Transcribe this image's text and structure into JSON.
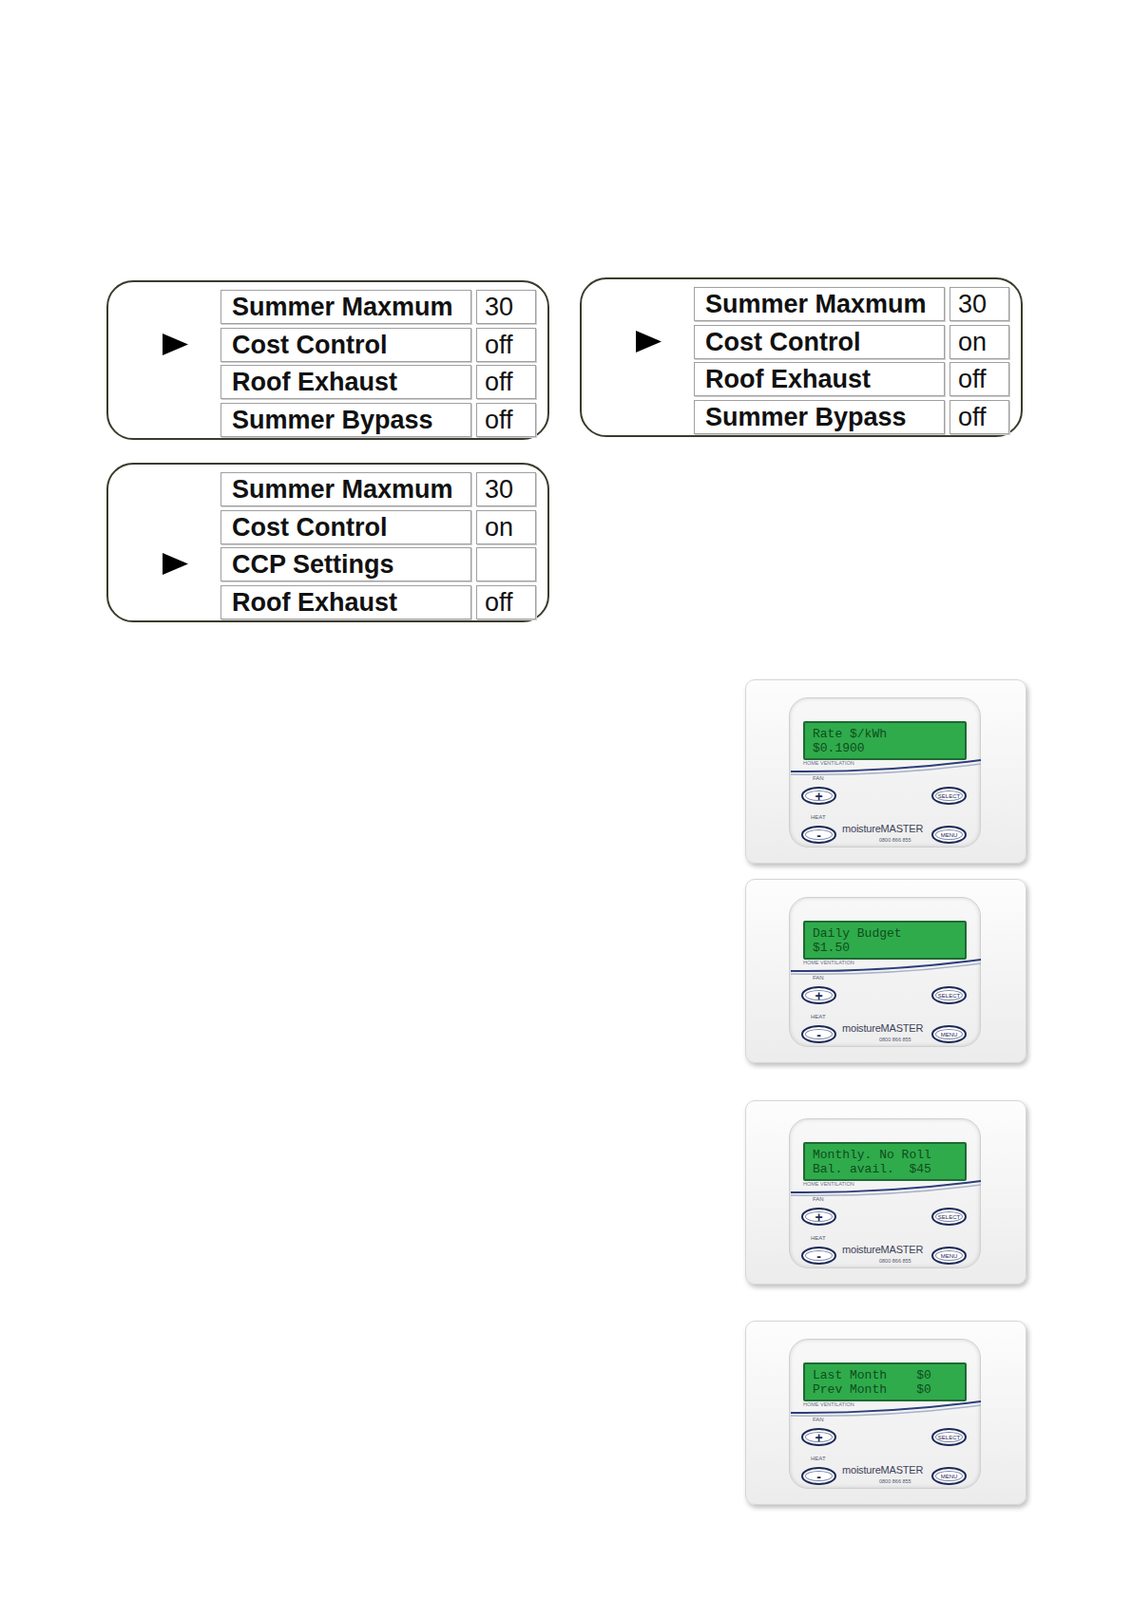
{
  "diagram": {
    "nodes": [
      {
        "text": []
      },
      {
        "text": [
          "Summer Maxmum"
        ],
        "in": 0
      },
      {
        "text": [
          "30"
        ],
        "in": 0
      },
      {
        "text": [
          "Cost Control"
        ],
        "in": 0
      },
      {
        "text": [
          "off"
        ],
        "in": 0
      },
      {
        "text": [
          "Roof Exhaust"
        ],
        "in": 0
      },
      {
        "text": [
          "off"
        ],
        "in": 0
      },
      {
        "text": [
          "Summer Bypass"
        ],
        "in": 0
      },
      {
        "text": [
          "off"
        ],
        "in": 0
      },
      {
        "text": []
      },
      {
        "text": [
          "Summer Maxmum"
        ],
        "in": 9
      },
      {
        "text": [
          "30"
        ],
        "in": 9
      },
      {
        "text": [
          "Cost Control"
        ],
        "in": 9
      },
      {
        "text": [
          "on"
        ],
        "in": 9
      },
      {
        "text": [
          "Roof Exhaust"
        ],
        "in": 9
      },
      {
        "text": [
          "off"
        ],
        "in": 9
      },
      {
        "text": [
          "Summer Bypass"
        ],
        "in": 9
      },
      {
        "text": [
          "off"
        ],
        "in": 9
      },
      {
        "text": []
      },
      {
        "text": [
          "Summer Maxmum"
        ],
        "in": 18
      },
      {
        "text": [
          "30"
        ],
        "in": 18
      },
      {
        "text": [
          "Cost Control"
        ],
        "in": 18
      },
      {
        "text": [
          "on"
        ],
        "in": 18
      },
      {
        "text": [
          "CCP Settings"
        ],
        "in": 18
      },
      {
        "text": [
          "Roof Exhaust"
        ],
        "in": 18
      },
      {
        "text": [
          "off"
        ],
        "in": 18
      },
      {
        "text": []
      },
      {
        "text": [
          "Rate $/kWh",
          "$0.1900"
        ],
        "in": 26
      },
      {
        "text": [
          "+"
        ],
        "in": 26
      },
      {
        "text": [
          "SELECT"
        ],
        "in": 26
      },
      {
        "text": [
          "-"
        ],
        "in": 26
      },
      {
        "text": [
          "MENU"
        ],
        "in": 26
      },
      {
        "text": []
      },
      {
        "text": [
          "Daily Budget",
          "$1.50"
        ],
        "in": 32
      },
      {
        "text": [
          "+"
        ],
        "in": 32
      },
      {
        "text": [
          "SELECT"
        ],
        "in": 32
      },
      {
        "text": [
          "-"
        ],
        "in": 32
      },
      {
        "text": [
          "MENU"
        ],
        "in": 32
      },
      {
        "text": []
      },
      {
        "text": [
          "Monthly. No Roll",
          "Bal. avail.  $45"
        ],
        "in": 38
      },
      {
        "text": [
          "+"
        ],
        "in": 38
      },
      {
        "text": [
          "SELECT"
        ],
        "in": 38
      },
      {
        "text": [
          "-"
        ],
        "in": 38
      },
      {
        "text": [
          "MENU"
        ],
        "in": 38
      },
      {
        "text": []
      },
      {
        "text": [
          "Last Month    $0",
          "Prev Month    $0"
        ],
        "in": 44
      },
      {
        "text": [
          "+"
        ],
        "in": 44
      },
      {
        "text": [
          "SELECT"
        ],
        "in": 44
      },
      {
        "text": [
          "-"
        ],
        "in": 44
      },
      {
        "text": [
          "MENU"
        ],
        "in": 44
      }
    ],
    "labels": [
      "HOME VENTILATION",
      "FAN",
      "HEAT",
      "moistureMASTER",
      "0800 866 855",
      "HOME VENTILATION",
      "FAN",
      "HEAT",
      "moistureMASTER",
      "0800 866 855",
      "HOME VENTILATION",
      "FAN",
      "HEAT",
      "moistureMASTER",
      "0800 866 855",
      "HOME VENTILATION",
      "FAN",
      "HEAT",
      "moistureMASTER",
      "0800 866 855"
    ]
  }
}
